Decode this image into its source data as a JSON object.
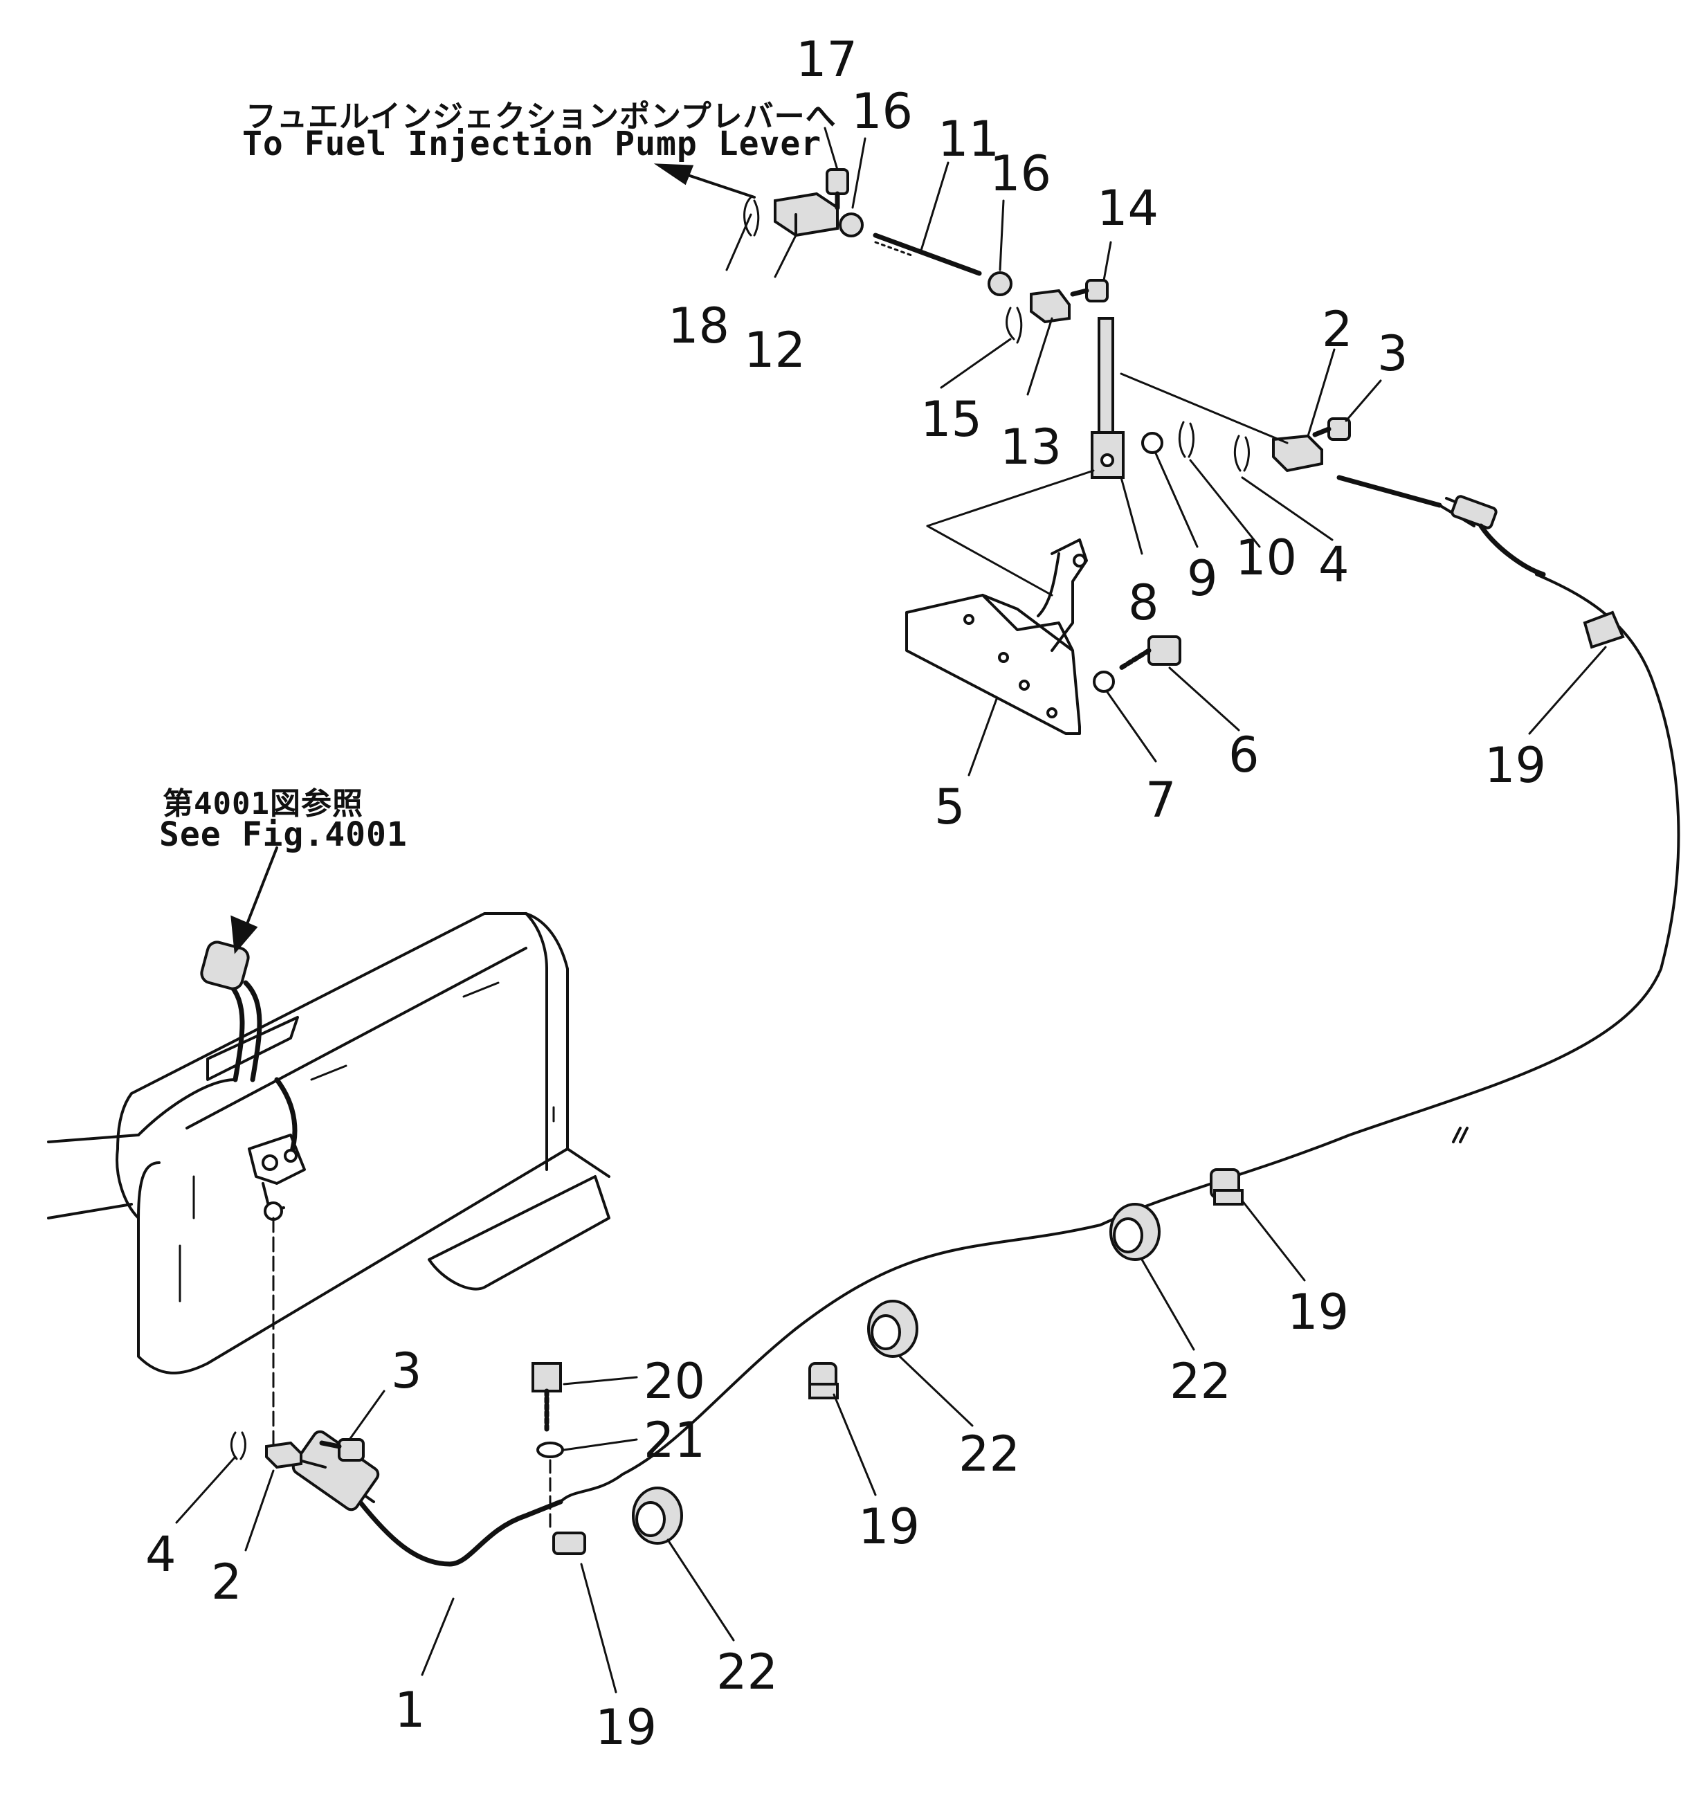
{
  "references": {
    "fuel_pump_jp": "フュエルインジェクションポンプレバーへ",
    "fuel_pump_en": "To Fuel Injection Pump Lever",
    "see_fig_jp": "第4001図参照",
    "see_fig_en": "See Fig.4001"
  },
  "callouts": [
    "17",
    "16",
    "11",
    "16",
    "14",
    "18",
    "12",
    "15",
    "13",
    "2",
    "3",
    "8",
    "9",
    "10",
    "4",
    "5",
    "7",
    "6",
    "19",
    "3",
    "20",
    "21",
    "4",
    "2",
    "1",
    "19",
    "22",
    "19",
    "22",
    "22",
    "19"
  ]
}
